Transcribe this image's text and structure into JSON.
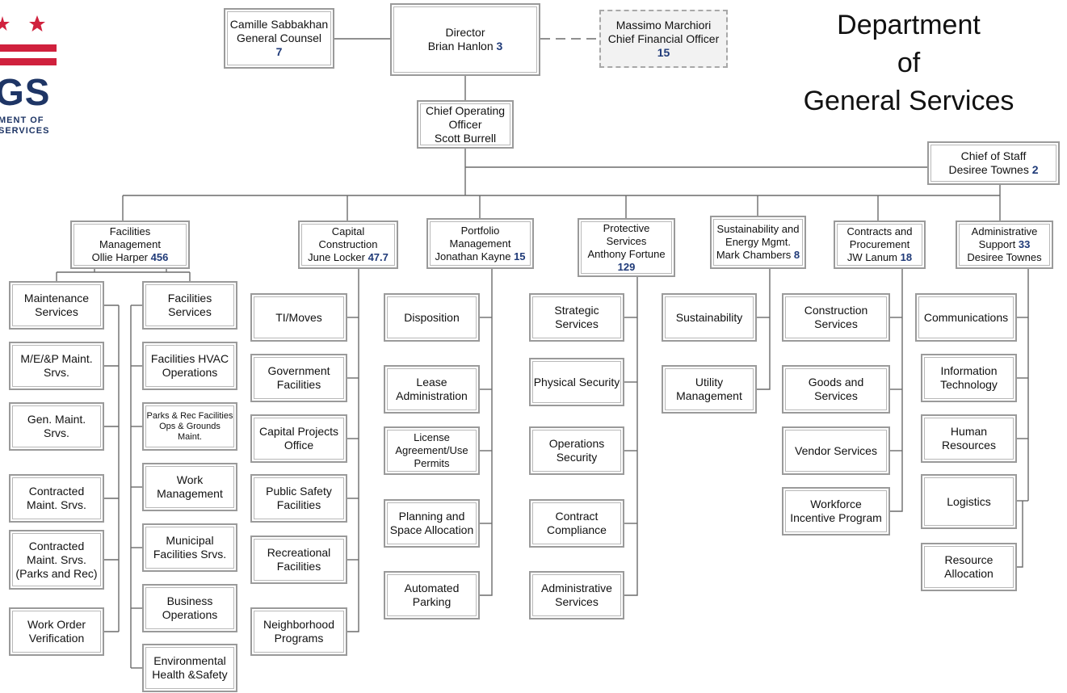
{
  "title": {
    "line1": "Department",
    "line2": "of",
    "line3": "General Services"
  },
  "logo": {
    "letters": "GS",
    "line1": "MENT OF",
    "line2": "SERVICES",
    "red": "#d0213d",
    "blue": "#1e3565"
  },
  "top": {
    "counsel": {
      "name": "Camille Sabbakhan",
      "role": "General Counsel",
      "count": "7"
    },
    "director": {
      "role": "Director",
      "name": "Brian Hanlon",
      "count": "3"
    },
    "cfo": {
      "name": "Massimo Marchiori",
      "role": "Chief Financial Officer",
      "count": "15"
    },
    "coo": {
      "line1": "Chief Operating",
      "line2": "Officer",
      "name": "Scott Burrell"
    },
    "cos": {
      "role": "Chief of Staff",
      "name": "Desiree Townes",
      "count": "2"
    }
  },
  "depts": {
    "fm": {
      "line1": "Facilities",
      "line2": "Management",
      "name": "Ollie Harper",
      "count": "456"
    },
    "cc": {
      "line1": "Capital",
      "line2": "Construction",
      "name": "June Locker",
      "count": "47.7"
    },
    "pm": {
      "line1": "Portfolio",
      "line2": "Management",
      "name": "Jonathan Kayne",
      "count": "15"
    },
    "ps": {
      "line1": "Protective",
      "line2": "Services",
      "name": "Anthony Fortune",
      "count": "129"
    },
    "se": {
      "line1": "Sustainability and",
      "line2": "Energy Mgmt.",
      "name": "Mark Chambers",
      "count": "8"
    },
    "cp": {
      "line1": "Contracts and",
      "line2": "Procurement",
      "name": "JW Lanum",
      "count": "18"
    },
    "as": {
      "line1": "Administrative",
      "line2": "Support",
      "count": "33",
      "name": "Desiree Townes"
    }
  },
  "units": {
    "maint": {
      "l1": "Maintenance",
      "l2": "Services"
    },
    "mep": {
      "l1": "M/E/&P Maint.",
      "l2": "Srvs."
    },
    "gen": {
      "l1": "Gen. Maint.",
      "l2": "Srvs."
    },
    "cms": {
      "l1": "Contracted",
      "l2": "Maint. Srvs."
    },
    "cmspr": {
      "l1": "Contracted",
      "l2": "Maint. Srvs.",
      "l3": "(Parks and Rec)"
    },
    "wov": {
      "l1": "Work Order",
      "l2": "Verification"
    },
    "facsrv": {
      "l1": "Facilities",
      "l2": "Services"
    },
    "hvac": {
      "l1": "Facilities HVAC",
      "l2": "Operations"
    },
    "parks": {
      "l1": "Parks & Rec Facilities",
      "l2": "Ops & Grounds",
      "l3": "Maint."
    },
    "work": {
      "l1": "Work",
      "l2": "Management"
    },
    "muni": {
      "l1": "Municipal",
      "l2": "Facilities Srvs."
    },
    "bizops": {
      "l1": "Business",
      "l2": "Operations"
    },
    "env": {
      "l1": "Environmental",
      "l2": "Health &Safety"
    },
    "ti": {
      "l1": "TI/Moves"
    },
    "gov": {
      "l1": "Government",
      "l2": "Facilities"
    },
    "cpo": {
      "l1": "Capital Projects",
      "l2": "Office"
    },
    "psf": {
      "l1": "Public Safety",
      "l2": "Facilities"
    },
    "rec": {
      "l1": "Recreational",
      "l2": "Facilities"
    },
    "nbr": {
      "l1": "Neighborhood",
      "l2": "Programs"
    },
    "disp": {
      "l1": "Disposition"
    },
    "lease": {
      "l1": "Lease",
      "l2": "Administration"
    },
    "lic": {
      "l1": "License",
      "l2": "Agreement/Use",
      "l3": "Permits"
    },
    "plan": {
      "l1": "Planning and",
      "l2": "Space Allocation"
    },
    "auto": {
      "l1": "Automated",
      "l2": "Parking"
    },
    "strat": {
      "l1": "Strategic",
      "l2": "Services"
    },
    "phys": {
      "l1": "Physical Security"
    },
    "opsec": {
      "l1": "Operations",
      "l2": "Security"
    },
    "ccomp": {
      "l1": "Contract",
      "l2": "Compliance"
    },
    "admsrv": {
      "l1": "Administrative",
      "l2": "Services"
    },
    "sust": {
      "l1": "Sustainability"
    },
    "util": {
      "l1": "Utility",
      "l2": "Management"
    },
    "consrv": {
      "l1": "Construction",
      "l2": "Services"
    },
    "goods": {
      "l1": "Goods and",
      "l2": "Services"
    },
    "vendor": {
      "l1": "Vendor Services"
    },
    "wip": {
      "l1": "Workforce",
      "l2": "Incentive Program"
    },
    "comm": {
      "l1": "Communications"
    },
    "it": {
      "l1": "Information",
      "l2": "Technology"
    },
    "hr": {
      "l1": "Human",
      "l2": "Resources"
    },
    "log": {
      "l1": "Logistics"
    },
    "res": {
      "l1": "Resource",
      "l2": "Allocation"
    }
  }
}
